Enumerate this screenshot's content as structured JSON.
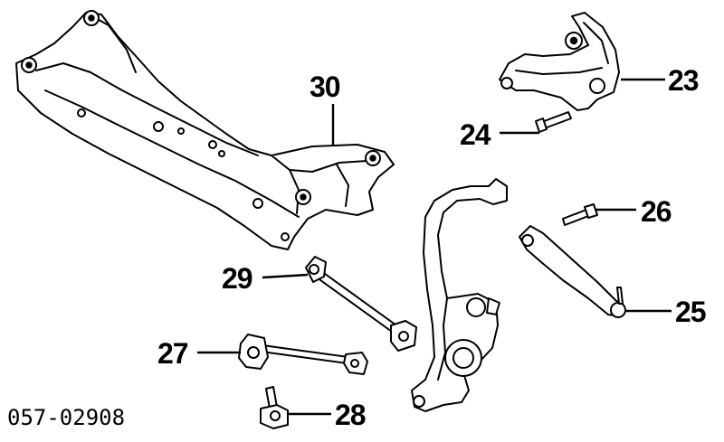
{
  "figure_code": "057-02908",
  "callouts": [
    {
      "id": "23",
      "label": "23"
    },
    {
      "id": "24",
      "label": "24"
    },
    {
      "id": "25",
      "label": "25"
    },
    {
      "id": "26",
      "label": "26"
    },
    {
      "id": "27",
      "label": "27"
    },
    {
      "id": "28",
      "label": "28"
    },
    {
      "id": "29",
      "label": "29"
    },
    {
      "id": "30",
      "label": "30"
    }
  ],
  "colors": {
    "ink": "#000000",
    "paper": "#ffffff"
  }
}
